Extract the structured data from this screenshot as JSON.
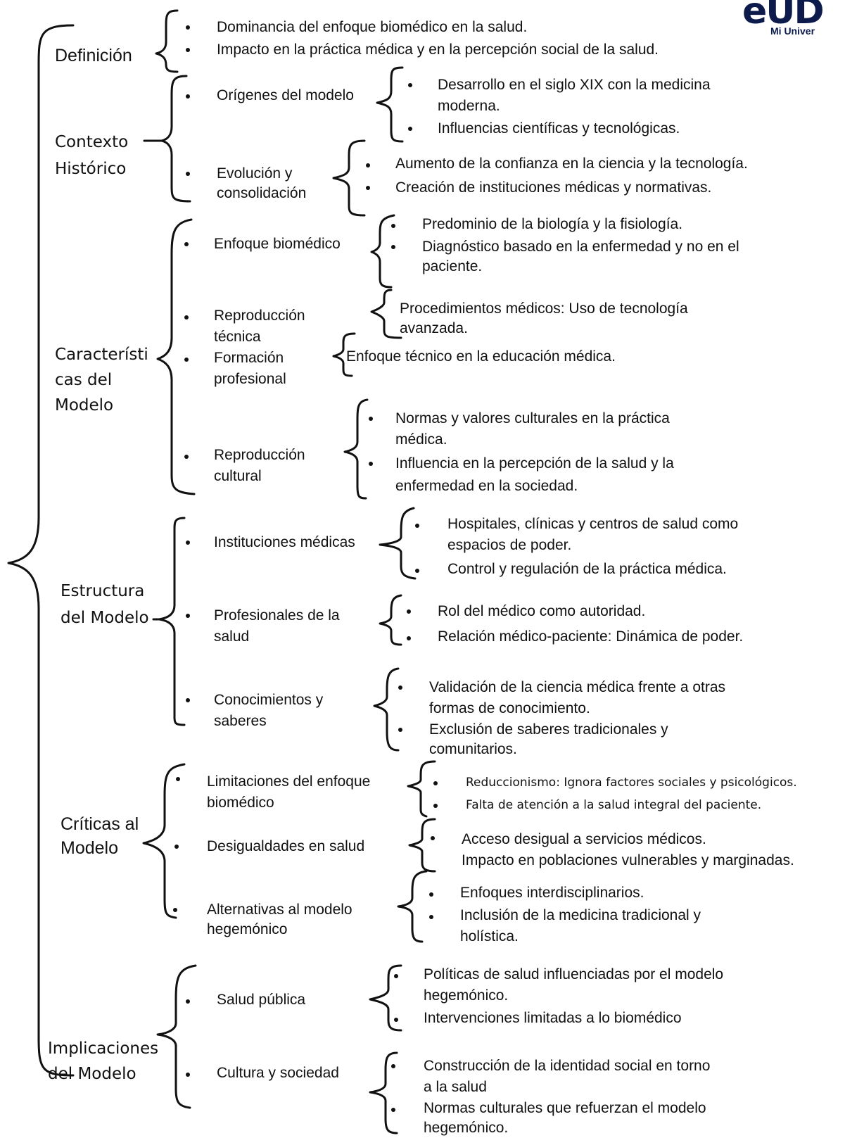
{
  "logo": {
    "mark": "eUD",
    "subtitle": "Mi Univer"
  },
  "sections": {
    "definicion": "Definición",
    "contexto": [
      "Contexto",
      "Histórico"
    ],
    "caracteristicas": [
      "Característi",
      "cas del",
      "Modelo"
    ],
    "estructura": [
      "Estructura",
      "del Modelo"
    ],
    "criticas": [
      "Críticas al",
      "Modelo"
    ],
    "implicaciones": [
      "Implicaciones",
      "del Modelo"
    ]
  },
  "definicion": {
    "items": [
      "Dominancia del enfoque biomédico en la salud.",
      "Impacto en la práctica médica y en la percepción social de la salud."
    ]
  },
  "contexto": {
    "origenes": {
      "label": "Orígenes del modelo",
      "details": [
        "Desarrollo en el siglo XIX con la medicina",
        "moderna.",
        "Influencias científicas y tecnológicas."
      ]
    },
    "evolucion": {
      "label": [
        "Evolución y",
        "consolidación"
      ],
      "details": [
        "Aumento de la confianza en la ciencia y la tecnología.",
        "Creación de instituciones médicas y normativas."
      ]
    }
  },
  "caracteristicas": {
    "enfoque": {
      "label": "Enfoque biomédico",
      "details": [
        "Predominio de la biología y la fisiología.",
        "Diagnóstico basado en la enfermedad y no en el",
        "paciente."
      ]
    },
    "reprod_tecnica": {
      "label": [
        "Reproducción",
        "técnica"
      ],
      "details": [
        "Procedimientos médicos: Uso de tecnología",
        "avanzada."
      ]
    },
    "formacion": {
      "label": [
        "Formación",
        "profesional"
      ],
      "details": [
        "Enfoque técnico en la educación médica."
      ]
    },
    "reprod_cultural": {
      "label": [
        "Reproducción",
        "cultural"
      ],
      "details": [
        "Normas y valores culturales en la práctica",
        "médica.",
        "Influencia en la percepción de la salud y la",
        "enfermedad en la sociedad."
      ]
    }
  },
  "estructura": {
    "instituciones": {
      "label": "Instituciones médicas",
      "details": [
        "Hospitales, clínicas y centros de salud como",
        "espacios de poder.",
        "Control y regulación de la práctica médica."
      ]
    },
    "profesionales": {
      "label": [
        "Profesionales de la",
        "salud"
      ],
      "details": [
        "Rol del médico como autoridad.",
        "Relación médico-paciente: Dinámica de poder."
      ]
    },
    "conocimientos": {
      "label": [
        "Conocimientos y",
        "saberes"
      ],
      "details": [
        "Validación de la ciencia médica frente a otras",
        "formas de conocimiento.",
        "Exclusión de saberes tradicionales y",
        "comunitarios."
      ]
    }
  },
  "criticas": {
    "limitaciones": {
      "label": [
        "Limitaciones del enfoque",
        "biomédico"
      ],
      "details": [
        "Reduccionismo: Ignora factores sociales y psicológicos.",
        "Falta de atención a la salud integral del paciente."
      ]
    },
    "desigualdades": {
      "label": "Desigualdades en salud",
      "details": [
        "Acceso desigual a servicios médicos.",
        "Impacto en poblaciones vulnerables y marginadas."
      ]
    },
    "alternativas": {
      "label": [
        "Alternativas al modelo",
        "hegemónico"
      ],
      "details": [
        "Enfoques interdisciplinarios.",
        "Inclusión de la medicina tradicional y",
        "holística."
      ]
    }
  },
  "implicaciones": {
    "salud_publica": {
      "label": "Salud pública",
      "details": [
        "Políticas de salud influenciadas por el modelo",
        "hegemónico.",
        "Intervenciones limitadas a lo biomédico"
      ]
    },
    "cultura": {
      "label": "Cultura y sociedad",
      "details": [
        "Construcción de la identidad social en torno",
        "a la salud",
        " Normas culturales que refuerzan el modelo",
        "hegemónico."
      ]
    }
  }
}
